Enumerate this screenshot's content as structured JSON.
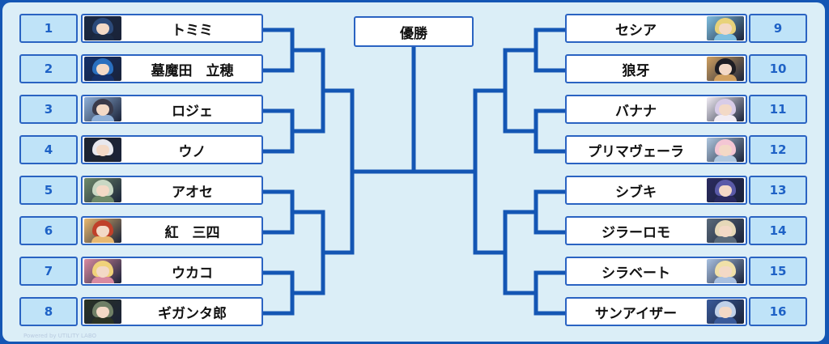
{
  "champion_label": "優勝",
  "powered_by": "Powered by UTILITY LABO",
  "left": [
    {
      "seed": "1",
      "name": "トミミ",
      "colors": [
        "#2c4a7a",
        "#1b2a44"
      ]
    },
    {
      "seed": "2",
      "name": "墓魔田　立穂",
      "colors": [
        "#2a6fbf",
        "#14306a"
      ]
    },
    {
      "seed": "3",
      "name": "ロジェ",
      "colors": [
        "#3a3a4a",
        "#8fb0d8"
      ]
    },
    {
      "seed": "4",
      "name": "ウノ",
      "colors": [
        "#e8e8ee",
        "#1e2430"
      ]
    },
    {
      "seed": "5",
      "name": "アオセ",
      "colors": [
        "#c9d8c4",
        "#6f8a6a"
      ]
    },
    {
      "seed": "6",
      "name": "紅　三四",
      "colors": [
        "#c0402a",
        "#e8b870"
      ]
    },
    {
      "seed": "7",
      "name": "ウカコ",
      "colors": [
        "#f0d27a",
        "#d98aa0"
      ]
    },
    {
      "seed": "8",
      "name": "ギガンタ郎",
      "colors": [
        "#6f7f66",
        "#2b3324"
      ]
    }
  ],
  "right": [
    {
      "seed": "9",
      "name": "セシア",
      "colors": [
        "#e8d27a",
        "#7fbfe0"
      ]
    },
    {
      "seed": "10",
      "name": "狼牙",
      "colors": [
        "#1e1e24",
        "#d0a060"
      ]
    },
    {
      "seed": "11",
      "name": "バナナ",
      "colors": [
        "#d8cce8",
        "#f1ecf4"
      ]
    },
    {
      "seed": "12",
      "name": "プリマヴェーラ",
      "colors": [
        "#f4c6d4",
        "#b0c8e0"
      ]
    },
    {
      "seed": "13",
      "name": "シブキ",
      "colors": [
        "#5a5aa8",
        "#2a2a60"
      ]
    },
    {
      "seed": "14",
      "name": "ジラーロモ",
      "colors": [
        "#e6d8b8",
        "#5a6a7a"
      ]
    },
    {
      "seed": "15",
      "name": "シラベート",
      "colors": [
        "#f0e0a8",
        "#a8c0e0"
      ]
    },
    {
      "seed": "16",
      "name": "サンアイザー",
      "colors": [
        "#c0d0e8",
        "#3a5a9a"
      ]
    }
  ]
}
